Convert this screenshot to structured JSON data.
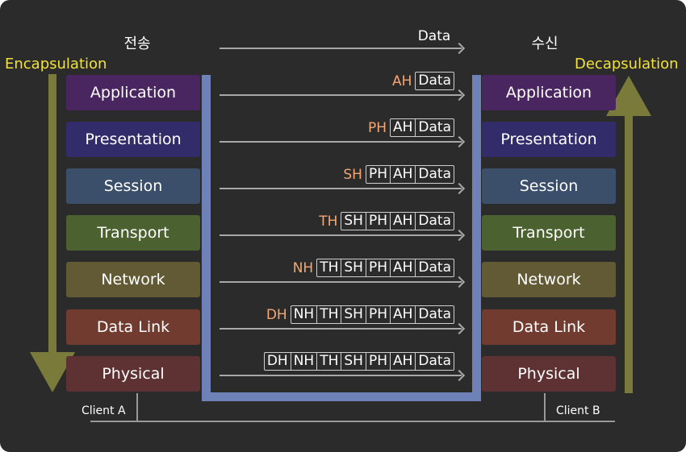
{
  "sender_title": "전송",
  "receiver_title": "수신",
  "encapsulation_label": "Encapsulation",
  "decapsulation_label": "Decapsulation",
  "top_payload_label": "Data",
  "left_layers": [
    {
      "name": "Application",
      "color": "#4a2660"
    },
    {
      "name": "Presentation",
      "color": "#322c6a"
    },
    {
      "name": "Session",
      "color": "#3b4f6a"
    },
    {
      "name": "Transport",
      "color": "#4b612f"
    },
    {
      "name": "Network",
      "color": "#615a34"
    },
    {
      "name": "Data Link",
      "color": "#713b2f"
    },
    {
      "name": "Physical",
      "color": "#5e3232"
    }
  ],
  "right_layers": [
    {
      "name": "Application",
      "color": "#4a2660"
    },
    {
      "name": "Presentation",
      "color": "#322c6a"
    },
    {
      "name": "Session",
      "color": "#3b4f6a"
    },
    {
      "name": "Transport",
      "color": "#4b612f"
    },
    {
      "name": "Network",
      "color": "#615a34"
    },
    {
      "name": "Data Link",
      "color": "#713b2f"
    },
    {
      "name": "Physical",
      "color": "#5e3232"
    }
  ],
  "packets": [
    {
      "header": "AH",
      "cells": [
        "Data"
      ]
    },
    {
      "header": "PH",
      "cells": [
        "AH",
        "Data"
      ]
    },
    {
      "header": "SH",
      "cells": [
        "PH",
        "AH",
        "Data"
      ]
    },
    {
      "header": "TH",
      "cells": [
        "SH",
        "PH",
        "AH",
        "Data"
      ]
    },
    {
      "header": "NH",
      "cells": [
        "TH",
        "SH",
        "PH",
        "AH",
        "Data"
      ]
    },
    {
      "header": "DH",
      "cells": [
        "NH",
        "TH",
        "SH",
        "PH",
        "AH",
        "Data"
      ]
    },
    {
      "header": "",
      "cells": [
        "DH",
        "NH",
        "TH",
        "SH",
        "PH",
        "AH",
        "Data"
      ]
    }
  ],
  "client_a_label": "Client A",
  "client_b_label": "Client B",
  "colors": {
    "background": "#2b2b2b",
    "pipe": "#6f82b8",
    "direction_arrow": "#7a7a3a",
    "direction_label": "#f2e23a",
    "header_label": "#f5a672",
    "flow_arrow": "#a8a8a8"
  }
}
